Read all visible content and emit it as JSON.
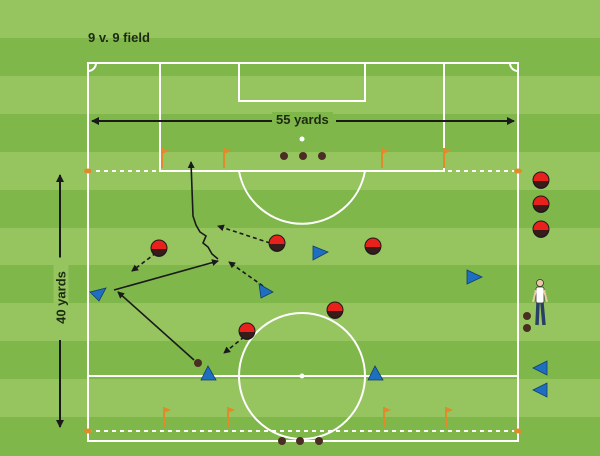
{
  "diagram": {
    "title": "9 v. 9 field",
    "width_label": "55 yards",
    "height_label": "40 yards"
  },
  "colors": {
    "grass_light": "#96c560",
    "grass_dark": "#7fb74a",
    "line": "#ffffff",
    "red_team": "#e8211c",
    "blue_team": "#1f6fc0",
    "ball": "#4a2e24",
    "cone": "#e08a2a",
    "arrow": "#1a1a1a"
  }
}
